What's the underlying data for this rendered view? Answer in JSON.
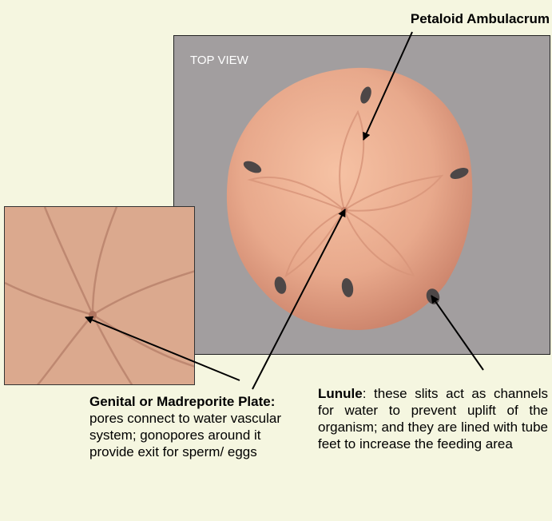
{
  "labels": {
    "view": "TOP VIEW",
    "petaloid": "Petaloid Ambulacrum"
  },
  "genital": {
    "term": "Genital or Madreporite Plate:",
    "desc": "pores connect to water vascular system; gonopores around it provide exit for sperm/ eggs"
  },
  "lunule": {
    "term": "Lunule",
    "desc": ":  these slits act as channels for water to prevent uplift of the organism; and they are lined with tube feet to increase the feeding area"
  },
  "colors": {
    "background": "#f5f6e0",
    "photo_bg": "#a29e9f",
    "shell": "#e8a98c",
    "arrow": "#000000"
  }
}
